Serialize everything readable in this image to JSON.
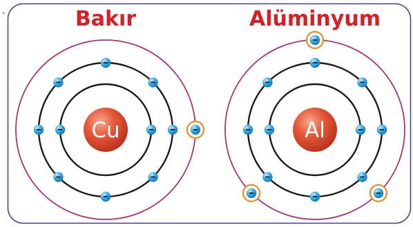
{
  "mark": ".",
  "colors": {
    "title": "#d61f26",
    "frame": "#4a3f86",
    "inner_shell": "#1a1a1a",
    "outer_shell": "#a7366e",
    "highlight": "#f08a24",
    "electron_fill": "#1f9ad6",
    "nucleus": "#e0502f"
  },
  "atoms": [
    {
      "name": "Bakır",
      "symbol": "Cu",
      "shells": [
        {
          "electrons": 2
        },
        {
          "electrons": 8
        },
        {
          "electrons": 1,
          "highlighted": [
            0
          ]
        }
      ]
    },
    {
      "name": "Alüminyum",
      "symbol": "Al",
      "shells": [
        {
          "electrons": 2
        },
        {
          "electrons": 8
        },
        {
          "electrons": 3,
          "highlighted": [
            0,
            1,
            2
          ]
        }
      ]
    }
  ]
}
